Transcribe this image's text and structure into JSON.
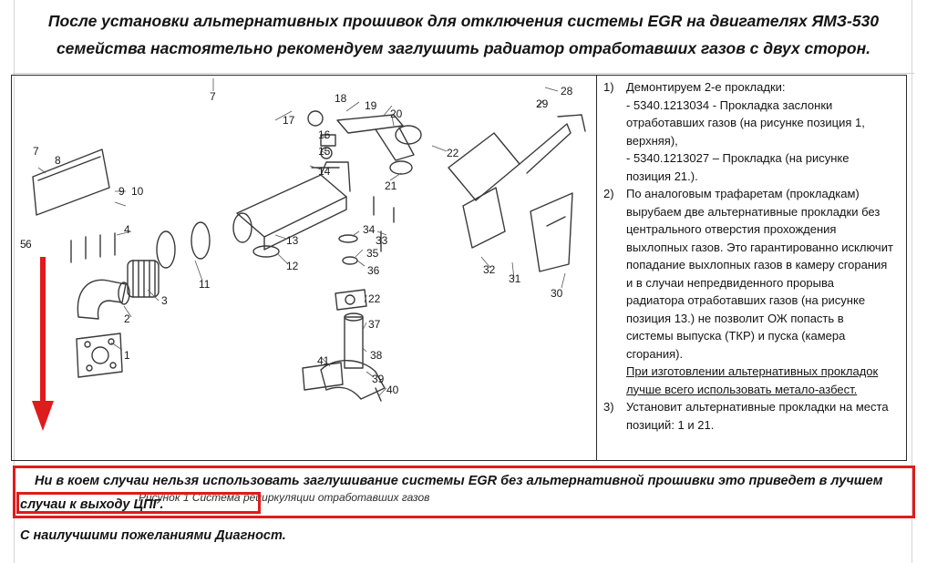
{
  "header": {
    "title": "После установки альтернативных прошивок для отключения системы EGR на двигателях ЯМЗ-530 семейства настоятельно рекомендуем заглушить радиатор отработавших газов с двух сторон."
  },
  "figure": {
    "caption": "Рисунок 1   Система рециркуляции отработавших газов",
    "callouts": [
      "1",
      "2",
      "3",
      "4",
      "5",
      "6",
      "7",
      "7",
      "8",
      "9",
      "10",
      "11",
      "12",
      "13",
      "14",
      "15",
      "16",
      "17",
      "18",
      "19",
      "20",
      "21",
      "22",
      "22",
      "28",
      "29",
      "30",
      "31",
      "32",
      "33",
      "34",
      "35",
      "36",
      "37",
      "38",
      "39",
      "40",
      "41"
    ]
  },
  "steps": [
    {
      "num": "1)",
      "lines": [
        "Демонтируем 2-е прокладки:",
        "- 5340.1213034 - Прокладка заслонки отработавших газов (на рисунке позиция 1, верхняя),",
        "- 5340.1213027 – Прокладка (на рисунке позиция 21.)."
      ]
    },
    {
      "num": "2)",
      "text": "По аналоговым трафаретам (прокладкам) вырубаем две альтернативные прокладки без центрального отверстия прохождения выхлопных газов. Это гарантированно исключит попадание выхлопных газов в камеру сгорания и в случаи непредвиденного прорыва радиатора отработавших газов (на рисунке позиция 13.) не позволит ОЖ попасть в системы выпуска (ТКР) и пуска (камера сгорания).",
      "note": "При изготовлении альтернативных прокладок лучше всего использовать метало-азбест."
    },
    {
      "num": "3)",
      "text": "Установит альтернативные прокладки на места позиций: 1 и 21."
    }
  ],
  "warning": {
    "text": "Ни в коем случаи нельзя использовать заглушивание системы EGR без альтернативной прошивки это приведет в лучшем случаи к выходу ЦПГ."
  },
  "signoff": {
    "text": "С наилучшими пожеланиями Диагност."
  },
  "colors": {
    "accent_red": "#e01b1b",
    "text": "#141414"
  }
}
